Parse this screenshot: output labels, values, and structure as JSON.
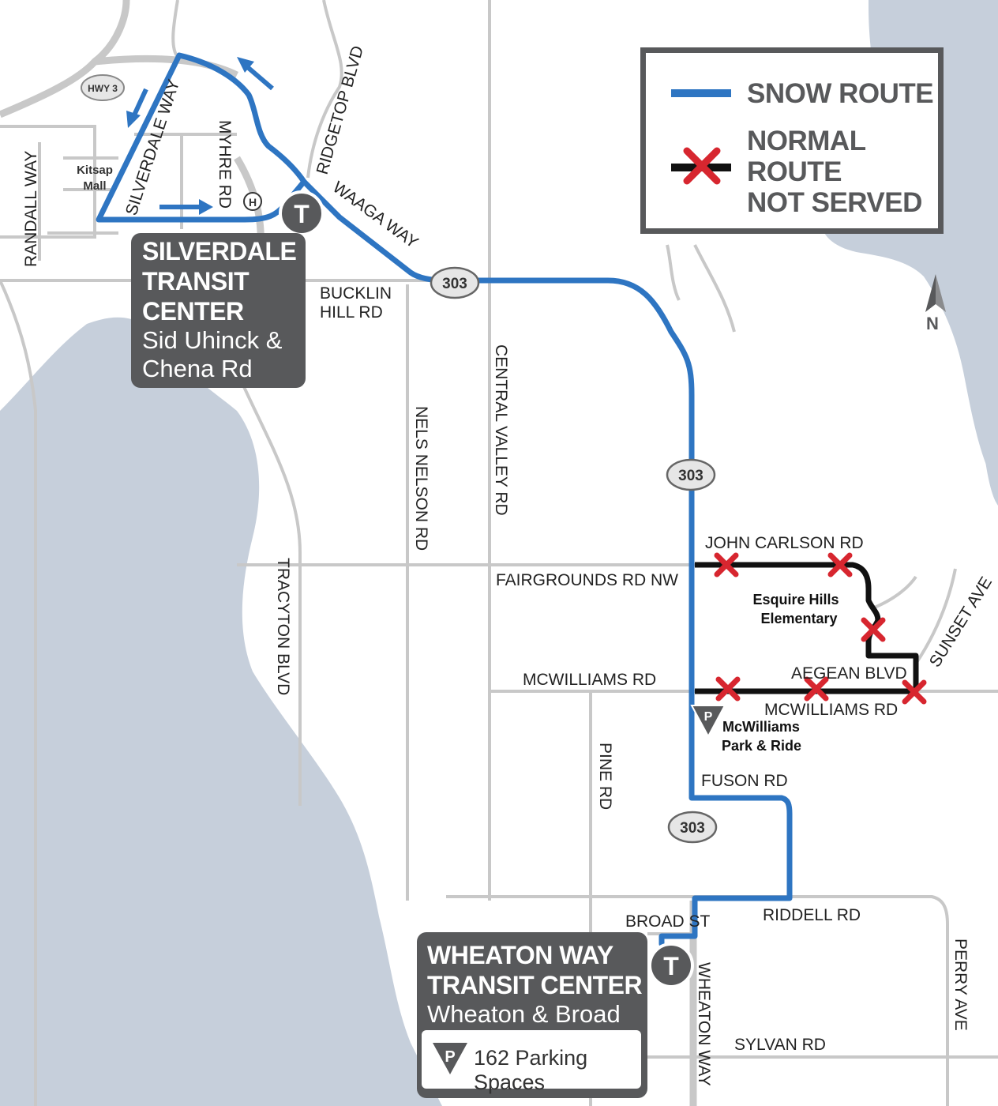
{
  "legend": {
    "snow_route": "SNOW ROUTE",
    "normal_line1": "NORMAL",
    "normal_line2": "ROUTE",
    "normal_line3": "NOT SERVED"
  },
  "transit_centers": {
    "silverdale": {
      "line1": "SILVERDALE",
      "line2": "TRANSIT",
      "line3": "CENTER",
      "sub1": "Sid Uhinck &",
      "sub2": "Chena Rd",
      "icon": "T"
    },
    "wheaton": {
      "line1": "WHEATON WAY",
      "line2": "TRANSIT CENTER",
      "sub1": "Wheaton & Broad",
      "parking": "162 Parking Spaces",
      "icon": "T",
      "parking_icon": "P"
    }
  },
  "north_label": "N",
  "highway_shields": {
    "hwy3": "HWY 3",
    "sr303": "303"
  },
  "places": {
    "kitsap1": "Kitsap",
    "kitsap2": "Mall",
    "hospital": "H",
    "esquire1": "Esquire Hills",
    "esquire2": "Elementary",
    "mcw_pr1": "McWilliams",
    "mcw_pr2": "Park & Ride",
    "pr_icon": "P"
  },
  "roads": {
    "randall": "RANDALL WAY",
    "silverdale_way": "SILVERDALE WAY",
    "myhre": "MYHRE RD",
    "ridgetop": "RIDGETOP BLVD",
    "waaga": "WAAGA WAY",
    "bucklin1": "BUCKLIN",
    "bucklin2": "HILL RD",
    "central_valley": "CENTRAL VALLEY RD",
    "nels_nelson": "NELS NELSON RD",
    "tracyton": "TRACYTON BLVD",
    "john_carlson": "JOHN CARLSON RD",
    "fairgrounds": "FAIRGROUNDS RD NW",
    "sunset": "SUNSET AVE",
    "aegean": "AEGEAN BLVD",
    "mcwilliams_w": "MCWILLIAMS RD",
    "mcwilliams_e": "MCWILLIAMS RD",
    "pine": "PINE RD",
    "fuson": "FUSON RD",
    "riddell": "RIDDELL RD",
    "broad": "BROAD ST",
    "wheaton_way": "WHEATON WAY",
    "perry": "PERRY AVE",
    "sylvan": "SYLVAN RD"
  },
  "colors": {
    "water": "#c6cfdb",
    "road": "#c8c8c8",
    "snow_route": "#2e75c2",
    "normal_route": "#111111",
    "x_mark": "#d7262f",
    "box": "#58595b"
  }
}
